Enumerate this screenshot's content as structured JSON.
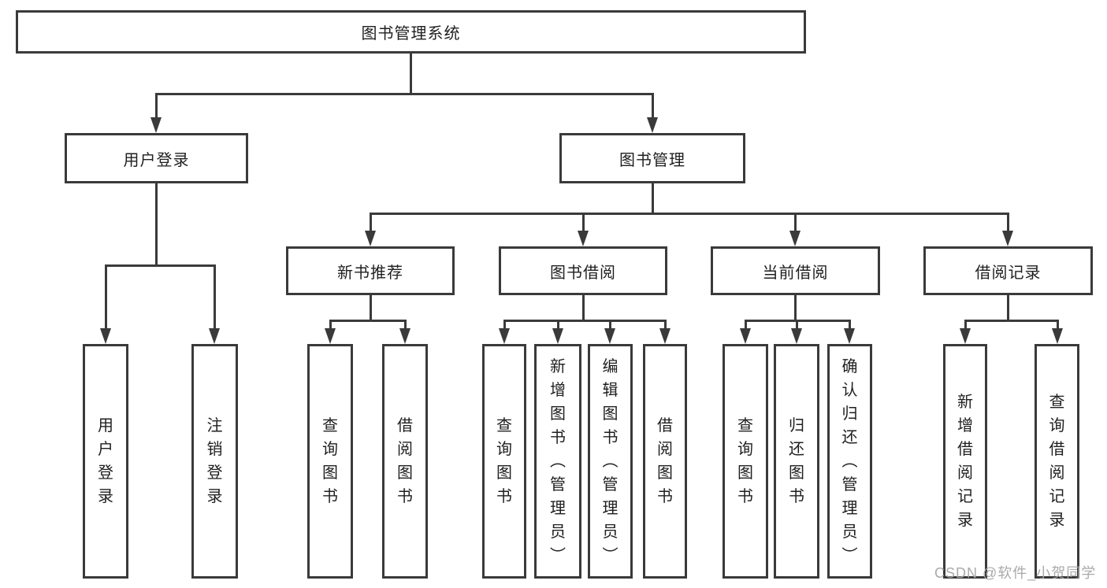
{
  "diagram": {
    "title": "图书管理系统",
    "type": "hierarchy-tree"
  },
  "hierarchy": {
    "图书管理系统": {
      "用户登录": [
        "用户登录",
        "注销登录"
      ],
      "图书管理": {
        "新书推荐": [
          "查询图书",
          "借阅图书"
        ],
        "图书借阅": [
          "查询图书",
          "新增图书（管理员）",
          "编辑图书（管理员）",
          "借阅图书"
        ],
        "当前借阅": [
          "查询图书",
          "归还图书",
          "确认归还（管理员）"
        ],
        "借阅记录": [
          "新增借阅记录",
          "查询借阅记录"
        ]
      }
    }
  },
  "nodes": {
    "root": {
      "label": "图书管理系统"
    },
    "user_login_group": {
      "label": "用户登录"
    },
    "book_mgmt_group": {
      "label": "图书管理"
    },
    "new_book_rec": {
      "label": "新书推荐"
    },
    "book_borrow": {
      "label": "图书借阅"
    },
    "current_borrow": {
      "label": "当前借阅"
    },
    "borrow_records": {
      "label": "借阅记录"
    },
    "leaf_user_login": {
      "label": "用户登录"
    },
    "leaf_logout": {
      "label": "注销登录"
    },
    "leaf_query_book_rec": {
      "label": "查询图书"
    },
    "leaf_borrow_book_rec": {
      "label": "借阅图书"
    },
    "leaf_query_book_borrow": {
      "label": "查询图书"
    },
    "leaf_add_book": {
      "label": "新增图书（管理员）"
    },
    "leaf_edit_book": {
      "label": "编辑图书（管理员）"
    },
    "leaf_borrow_book_borrow": {
      "label": "借阅图书"
    },
    "leaf_query_book_current": {
      "label": "查询图书"
    },
    "leaf_return_book": {
      "label": "归还图书"
    },
    "leaf_confirm_return": {
      "label": "确认归还（管理员）"
    },
    "leaf_add_borrow_record": {
      "label": "新增借阅记录"
    },
    "leaf_query_borrow_record": {
      "label": "查询借阅记录"
    }
  },
  "watermark": {
    "text": "CSDN @软件_小贺同学"
  },
  "colors": {
    "line": "#3a3a3a",
    "box_border": "#3a3a3a",
    "text": "#1f1f1f",
    "background": "#ffffff",
    "watermark": "#a5a5a5"
  }
}
